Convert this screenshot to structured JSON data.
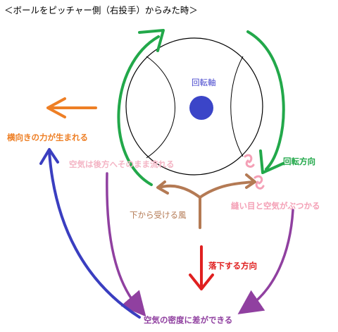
{
  "title": "＜ボールをピッチャー側（右投手）からみた時＞",
  "labels": {
    "rotation_axis": "回転軸",
    "lateral_force": "横向きの力が生まれる",
    "air_flows_back": "空気は後方へそのまま流れる",
    "rotation_direction": "回転方向",
    "wind_from_below": "下から受ける風",
    "air_hits_seam": "縫い目と空気がぶつかる",
    "falling_direction": "落下する方向",
    "air_density_diff": "空気の密度に差ができる"
  },
  "colors": {
    "rotation": "#22a84a",
    "lateral": "#ee7f25",
    "axis": "#3b45c8",
    "air_back": "#f4b4c4",
    "seam_hit": "#f4a0b6",
    "wind": "#b47a54",
    "drop": "#e02020",
    "density": "#9040a0",
    "blue_arrow": "#3a3ec0"
  }
}
